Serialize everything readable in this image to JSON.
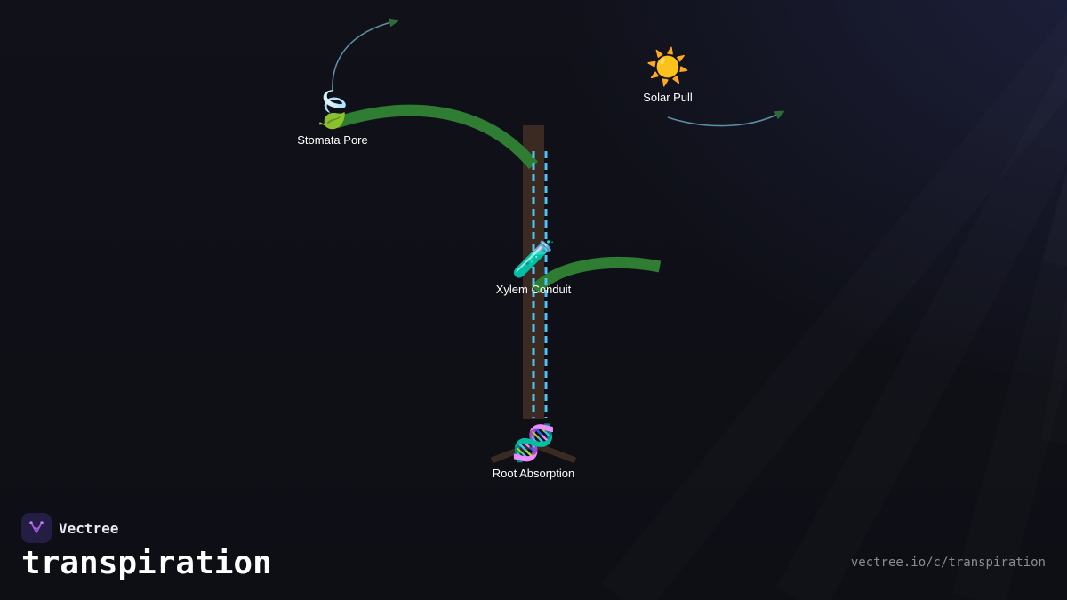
{
  "nodes": {
    "stomata": {
      "label": "Stomata Pore",
      "icon": "leaf-icon",
      "glyph": "🍃"
    },
    "solar": {
      "label": "Solar Pull",
      "icon": "sun-icon",
      "glyph": "☀️"
    },
    "xylem": {
      "label": "Xylem Conduit",
      "icon": "test-tube-icon",
      "glyph": "🧪"
    },
    "root": {
      "label": "Root Absorption",
      "icon": "dna-icon",
      "glyph": "🧬"
    }
  },
  "brand": {
    "name": "Vectree",
    "logo_icon": "vectree-logo-icon"
  },
  "title": "transpiration",
  "url": "vectree.io/c/transpiration",
  "colors": {
    "background": "#0f1016",
    "stem": "#3a2a22",
    "branch": "#2e7d32",
    "water_channel": "#4fc3f7",
    "flow_arrow": "#5b8fa3",
    "arrow_head": "#2e6b3a",
    "brand_logo_bg": "#241d44",
    "brand_logo_mark": "#a55be0"
  }
}
